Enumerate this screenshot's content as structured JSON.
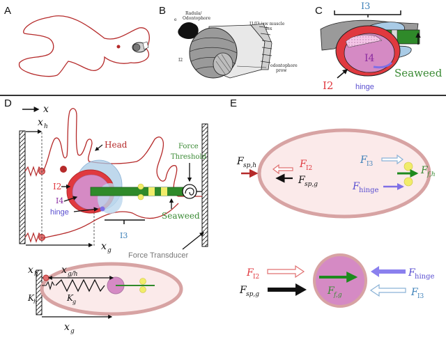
{
  "panels": {
    "a": {
      "letter": "A"
    },
    "b": {
      "letter": "B",
      "labels": {
        "radula": "Radula/",
        "odontophore": "Odontophore",
        "muscle1": "I1/I3 jaw muscle",
        "muscle2": "complex",
        "i2": "I2",
        "prow1": "odontophore",
        "prow2": "prow",
        "e": "e"
      }
    },
    "c": {
      "letter": "C",
      "labels": {
        "i3": "I3",
        "i4": "I4",
        "seaweed": "Seaweed",
        "i2": "I2",
        "hinge": "hinge"
      }
    },
    "d": {
      "letter": "D",
      "labels": {
        "x": "x",
        "xh": "x",
        "xh_sub": "h",
        "head": "Head",
        "force_threshold_1": "Force",
        "force_threshold_2": "Threshold",
        "i2": "I2",
        "i4": "I4",
        "hinge": "hinge",
        "seaweed": "Seaweed",
        "i3": "I3",
        "xg": "x",
        "xg_sub": "g",
        "force_transducer": "Force Transducer",
        "b_xh": "x",
        "b_xh_sub": "h",
        "b_xgh": "x",
        "b_xgh_sub": "g/h",
        "b_kh": "K",
        "b_kh_sub": "h",
        "b_kg": "K",
        "b_kg_sub": "g",
        "b_xg": "x",
        "b_xg_sub": "g"
      }
    },
    "e": {
      "letter": "E",
      "labels": {
        "fsph": "F",
        "fsph_sub": "sp,h",
        "fi2": "F",
        "fi2_sub": "I2",
        "fspg": "F",
        "fspg_sub": "sp,g",
        "fi3": "F",
        "fi3_sub": "I3",
        "ffh": "F",
        "ffh_sub": "f,h",
        "fhinge": "F",
        "fhinge_sub": "hinge",
        "b_fi2": "F",
        "b_fi2_sub": "I2",
        "b_fspg": "F",
        "b_fspg_sub": "sp,g",
        "b_ffg": "F",
        "b_ffg_sub": "f,g",
        "b_fhinge": "F",
        "b_fhinge_sub": "hinge",
        "b_fi3": "F",
        "b_fi3_sub": "I3"
      }
    }
  },
  "colors": {
    "outline_red": "#b52a2a",
    "i2_red": "#e0393f",
    "i4_pink": "#d58ac4",
    "i3_blue": "#a9cbe6",
    "i3_text": "#3b7fb8",
    "seaweed_green": "#2f8a2a",
    "seaweed_text": "#3a8a34",
    "hinge_purple": "#7f6fe6",
    "yellow": "#f1ec6a",
    "head_fill": "#f6d9d9",
    "head_stroke": "#d7a3a3"
  }
}
